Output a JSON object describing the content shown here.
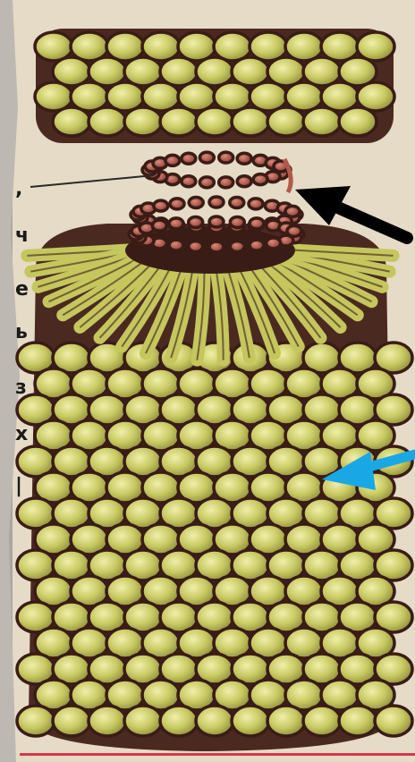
{
  "image": {
    "description_colors": {
      "paper": "#e6dbc6",
      "edge_left": "#9f9d98",
      "bead_fill": "#c5c65e",
      "bead_highlight": "#e6e69a",
      "bead_outline": "#3a1c16",
      "neck_bead": "#b05a4a",
      "arrow_black": "#000000",
      "arrow_blue": "#1aa7e6",
      "margin_glyphs": "#1a1a1a",
      "bottom_rule": "#d23a4a"
    },
    "margin_glyphs": [
      ",",
      "ч",
      "е",
      "ь",
      "з",
      "х",
      "|"
    ]
  }
}
